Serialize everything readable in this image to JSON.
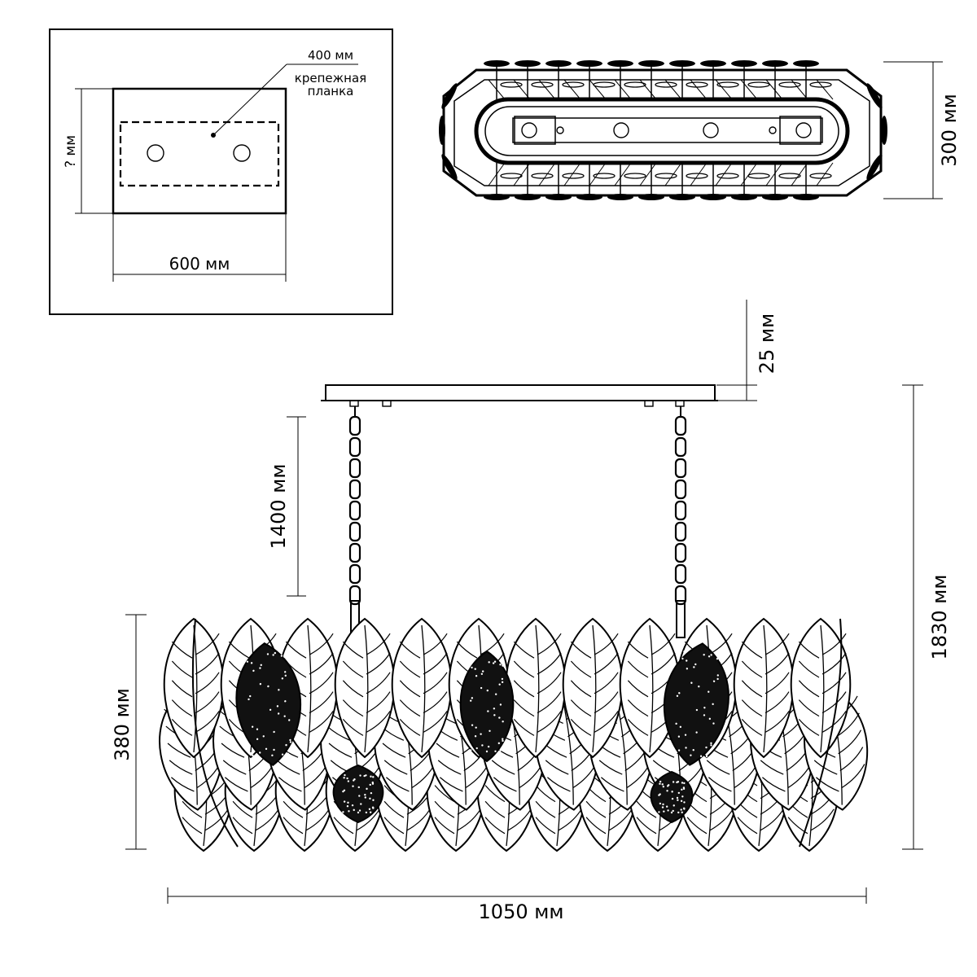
{
  "ceiling_plate_view": {
    "strip_length_label": "400 мм",
    "strip_caption_line1": "крепежная",
    "strip_caption_line2": "планка",
    "height_label": "? мм",
    "width_label": "600 мм"
  },
  "top_view": {
    "depth_label": "300 мм"
  },
  "front_view": {
    "canopy_thickness_label": "25 мм",
    "chain_length_label": "1400 мм",
    "total_height_label": "1830 мм",
    "body_height_label": "380 мм",
    "length_label": "1050 мм"
  }
}
